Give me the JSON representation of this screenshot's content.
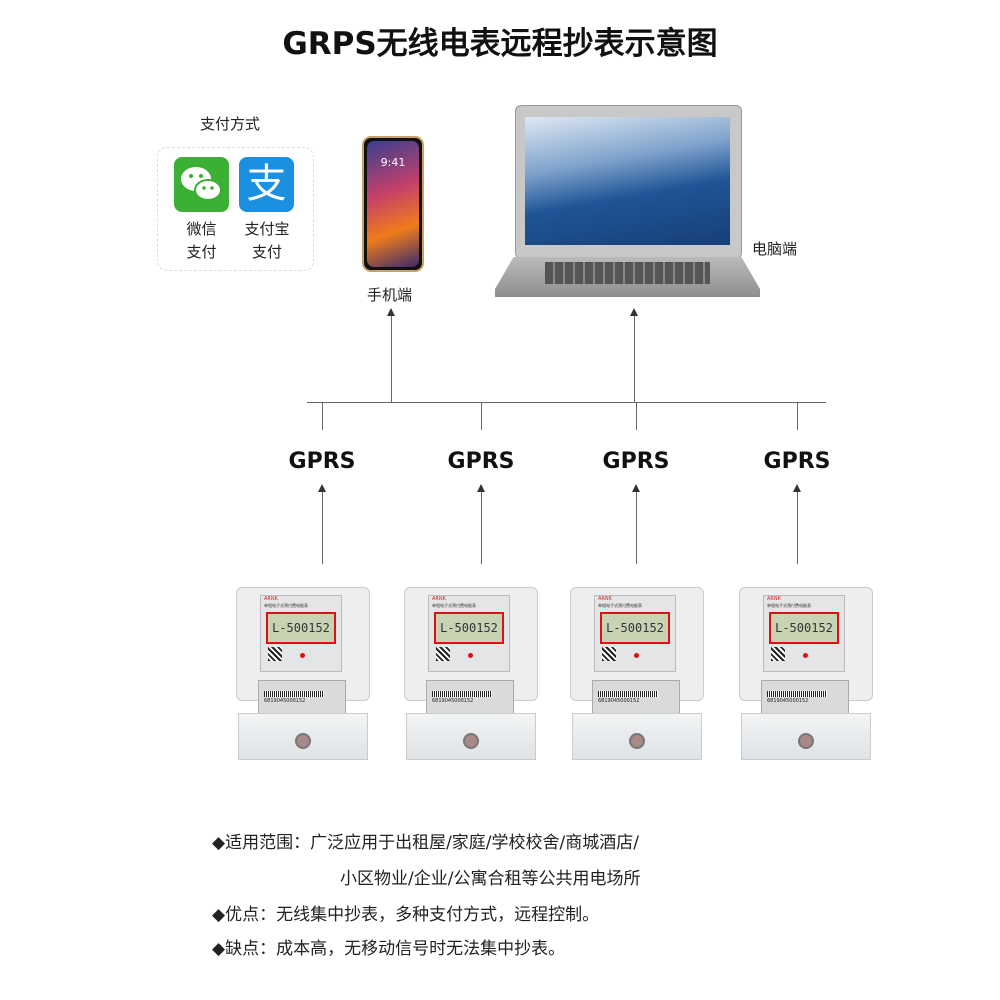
{
  "title": "GRPS无线电表远程抄表示意图",
  "payment": {
    "title": "支付方式",
    "wechat": [
      "微信",
      "支付"
    ],
    "alipay": [
      "支付宝",
      "支付"
    ],
    "alipay_glyph": "支"
  },
  "phone": {
    "label": "手机端",
    "time": "9:41"
  },
  "laptop": {
    "label": "电脑端"
  },
  "gprs_label": "GPRS",
  "meter": {
    "brand": "ARNK",
    "name": "单相电子式预付费电能表",
    "display": "L-500152",
    "serial": "6819045000152"
  },
  "bullets": [
    "◆适用范围：广泛应用于出租屋/家庭/学校校舍/商城酒店/",
    "小区物业/企业/公寓合租等公共用电场所",
    "◆优点：无线集中抄表，多种支付方式，远程控制。",
    "◆缺点：成本高，无移动信号时无法集中抄表。"
  ]
}
